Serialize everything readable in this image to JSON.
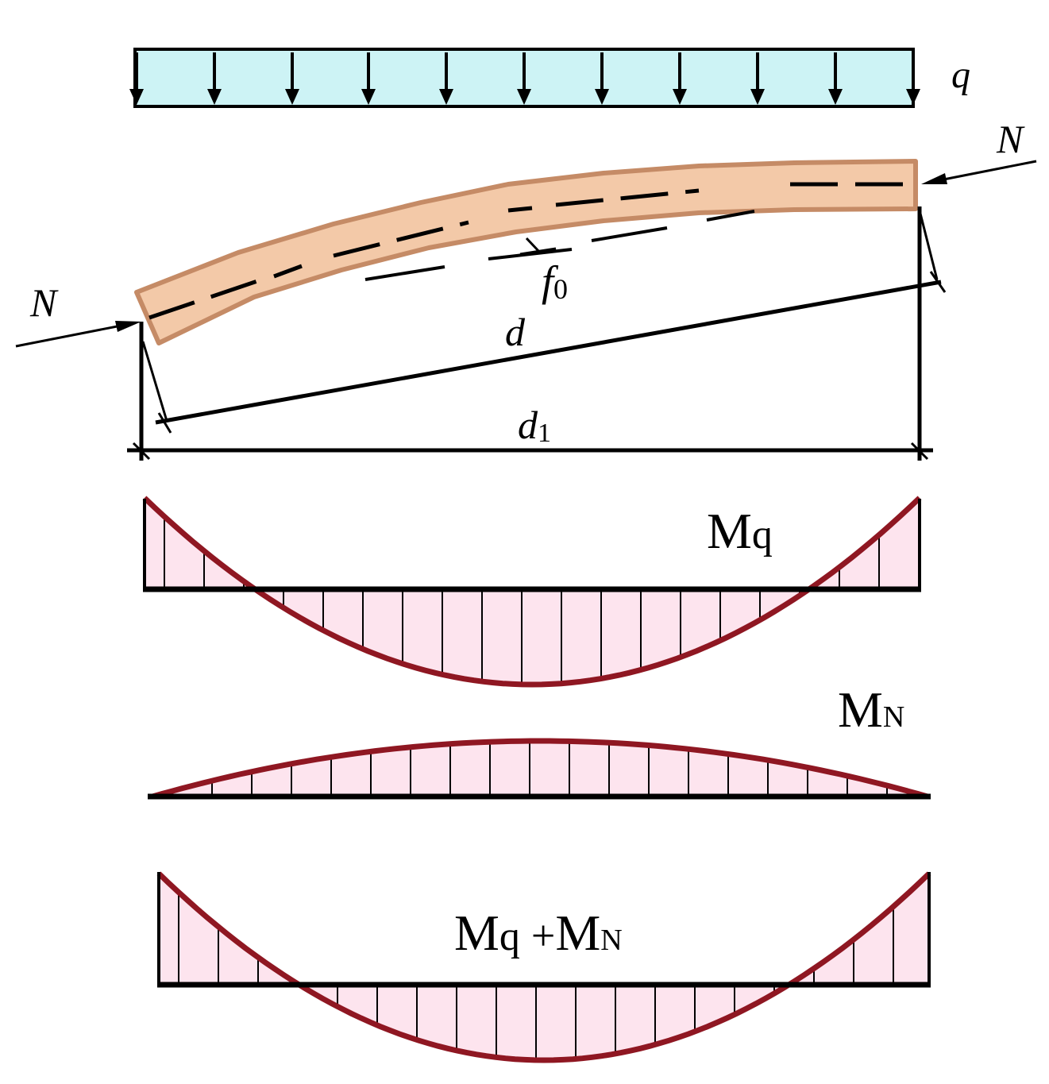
{
  "labels": {
    "load": "q",
    "axial_force_right": "N",
    "axial_force_left": "N",
    "deflection_symbol": "f",
    "deflection_subscript": "0",
    "chord": "d",
    "span_symbol": "d",
    "span_subscript": "1",
    "moment_q_main": "M",
    "moment_q_sub": "q",
    "moment_n_main": "M",
    "moment_n_sub": "N",
    "combined_q_main": "M",
    "combined_q_sub": "q",
    "combined_plus": "+",
    "combined_n_main": "M",
    "combined_n_sub": "N"
  },
  "colors": {
    "load_fill": "#cdf3f5",
    "beam_fill": "#f3c9a8",
    "beam_stroke": "#c58b66",
    "moment_fill": "#fde4ee",
    "moment_curve": "#8f1722",
    "line": "#000000"
  },
  "icons": {
    "load_arrows": "down-arrow-icon",
    "axial_arrows": "arrow-icon"
  }
}
